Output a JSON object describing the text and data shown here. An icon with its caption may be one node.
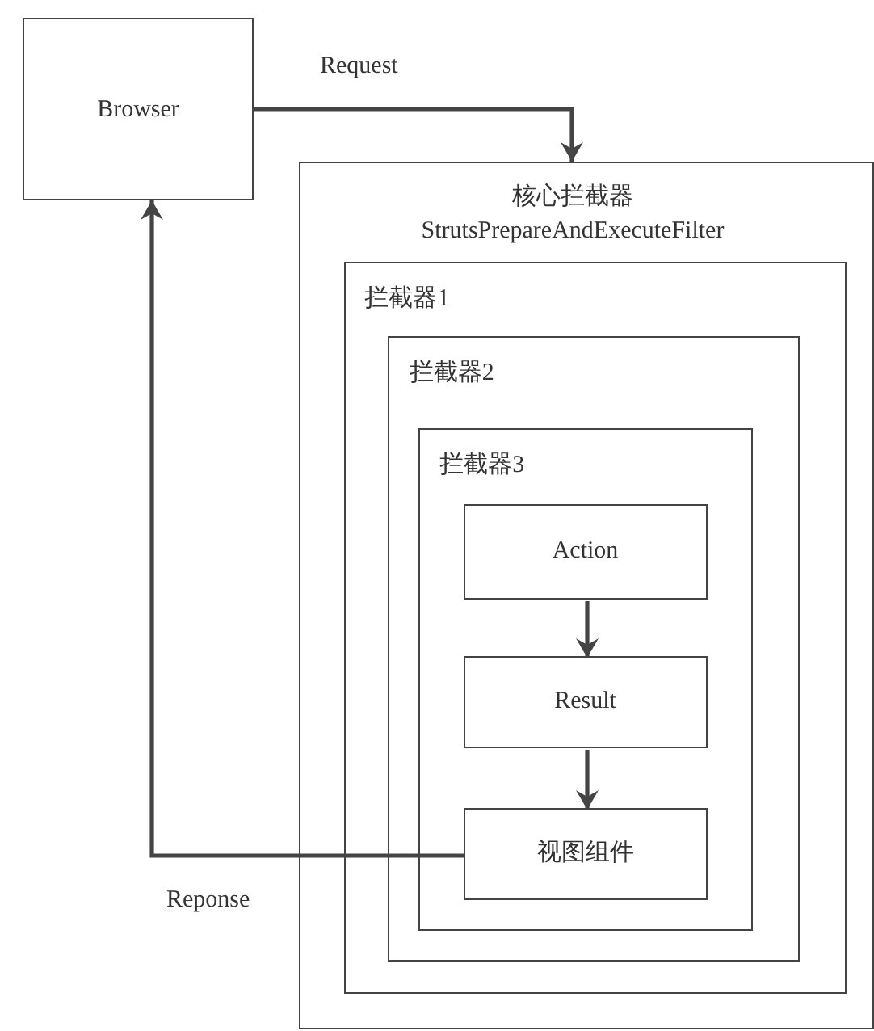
{
  "diagram": {
    "nodes": [
      {
        "text": [
          "Browser"
        ]
      },
      {
        "text": [
          "核心拦截器",
          "StrutsPrepareAndExecuteFilter"
        ]
      },
      {
        "text": [
          "拦截器1"
        ],
        "in": 1
      },
      {
        "text": [
          "拦截器2"
        ],
        "in": 2
      },
      {
        "text": [
          "拦截器3"
        ],
        "in": 3
      },
      {
        "text": [
          "Action"
        ],
        "in": 4
      },
      {
        "text": [
          "Result"
        ],
        "in": 4
      },
      {
        "text": [
          "视图组件"
        ],
        "in": 4
      }
    ],
    "edges": [
      {
        "from": 0,
        "to": 1,
        "arrow": "to",
        "label": "Request"
      },
      {
        "from": 5,
        "to": 6,
        "arrow": "to"
      },
      {
        "from": 6,
        "to": 7,
        "arrow": "to"
      },
      {
        "from": 7,
        "to": 0,
        "arrow": "to",
        "label": "Reponse"
      }
    ]
  }
}
